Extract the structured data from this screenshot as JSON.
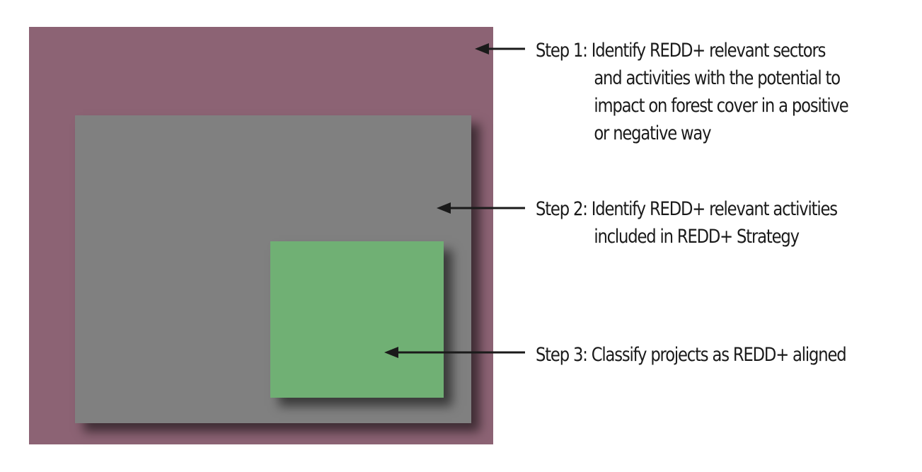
{
  "colors": {
    "outer_box": "#8c6374",
    "middle_box": "#808080",
    "inner_box": "#70b074",
    "arrow": "#1a1a1a",
    "text": "#1a1a1a"
  },
  "steps": [
    {
      "lines": [
        "Step 1: Identify REDD+ relevant sectors",
        "and activities with the potential to",
        "impact on forest cover in a positive",
        "or negative way"
      ]
    },
    {
      "lines": [
        "Step 2: Identify REDD+ relevant activities",
        "included in REDD+ Strategy"
      ]
    },
    {
      "lines": [
        "Step 3: Classify projects as REDD+ aligned"
      ]
    }
  ]
}
